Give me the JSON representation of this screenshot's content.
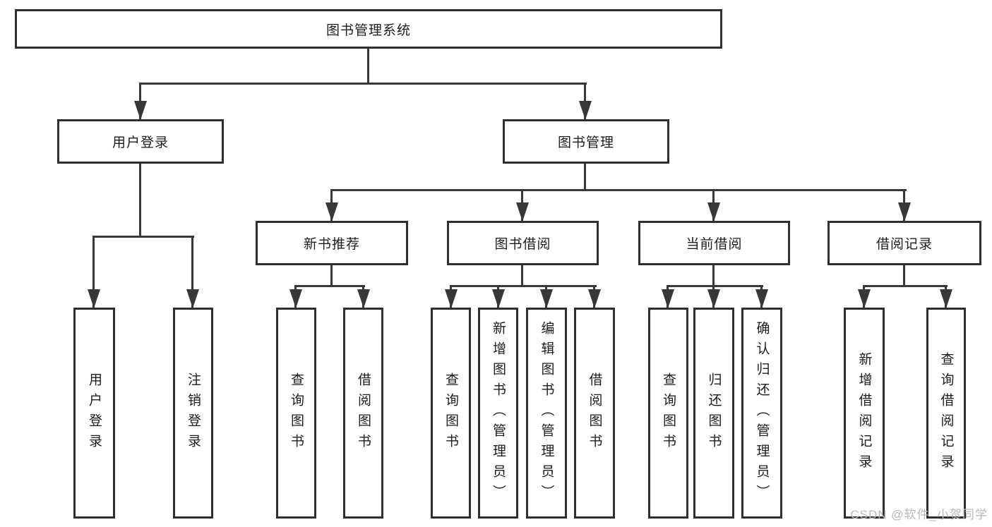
{
  "tree": {
    "label": "图书管理系统",
    "children": [
      {
        "label": "用户登录",
        "children": [
          {
            "label": "用户登录"
          },
          {
            "label": "注销登录"
          }
        ]
      },
      {
        "label": "图书管理",
        "children": [
          {
            "label": "新书推荐",
            "children": [
              {
                "label": "查询图书"
              },
              {
                "label": "借阅图书"
              }
            ]
          },
          {
            "label": "图书借阅",
            "children": [
              {
                "label": "查询图书"
              },
              {
                "label": "新增图书（管理员）"
              },
              {
                "label": "编辑图书（管理员）"
              },
              {
                "label": "借阅图书"
              }
            ]
          },
          {
            "label": "当前借阅",
            "children": [
              {
                "label": "查询图书"
              },
              {
                "label": "归还图书"
              },
              {
                "label": "确认归还（管理员）"
              }
            ]
          },
          {
            "label": "借阅记录",
            "children": [
              {
                "label": "新增借阅记录"
              },
              {
                "label": "查询借阅记录"
              }
            ]
          }
        ]
      }
    ]
  },
  "watermark": {
    "text": "CSDN @软件_小贺同学"
  },
  "colors": {
    "line": "#383838",
    "box_border": "#2f2f2f",
    "text": "#1c1c1c",
    "background": "#ffffff",
    "watermark": "#b9b9b9"
  }
}
